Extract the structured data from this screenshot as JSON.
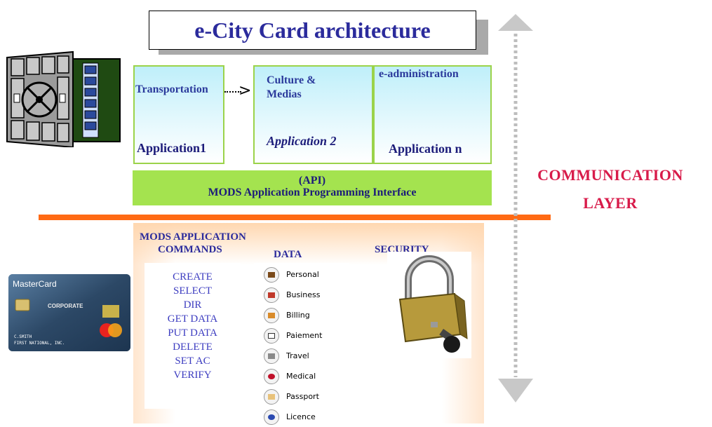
{
  "title": "e-City Card architecture",
  "applications": [
    {
      "service": "Transportation",
      "name_prefix": "Application1",
      "name_suffix": ""
    },
    {
      "service_line1": "Culture &",
      "service_line2": "Medias",
      "name_prefix": "Application",
      "name_suffix": "2"
    },
    {
      "service": "e-administration",
      "name_prefix": "Application n",
      "name_suffix": ""
    }
  ],
  "api": {
    "line1": "(API)",
    "line2": "MODS Application Programming Interface"
  },
  "commands": {
    "heading_line1": "MODS APPLICATION",
    "heading_line2": "COMMANDS",
    "items": [
      "CREATE",
      "SELECT",
      "DIR",
      "GET DATA",
      "PUT DATA",
      "DELETE",
      "SET AC",
      "VERIFY"
    ]
  },
  "data": {
    "heading": "DATA",
    "items": [
      "Personal",
      "Business",
      "Billing",
      "Paiement",
      "Travel",
      "Medical",
      "Passport",
      "Licence"
    ]
  },
  "security": {
    "heading": "SECURITY"
  },
  "communication_layer": {
    "line1": "COMMUNICATION",
    "line2": "LAYER"
  },
  "card": {
    "brand": "MasterCard",
    "label": "CORPORATE",
    "holder": "C.SMITH",
    "bank": "FIRST NATIONAL, INC."
  },
  "colors": {
    "title_text": "#2b2b9c",
    "api_bg": "#a4e34f",
    "orange_line": "#ff6a14",
    "comm_text": "#d81b4a"
  }
}
